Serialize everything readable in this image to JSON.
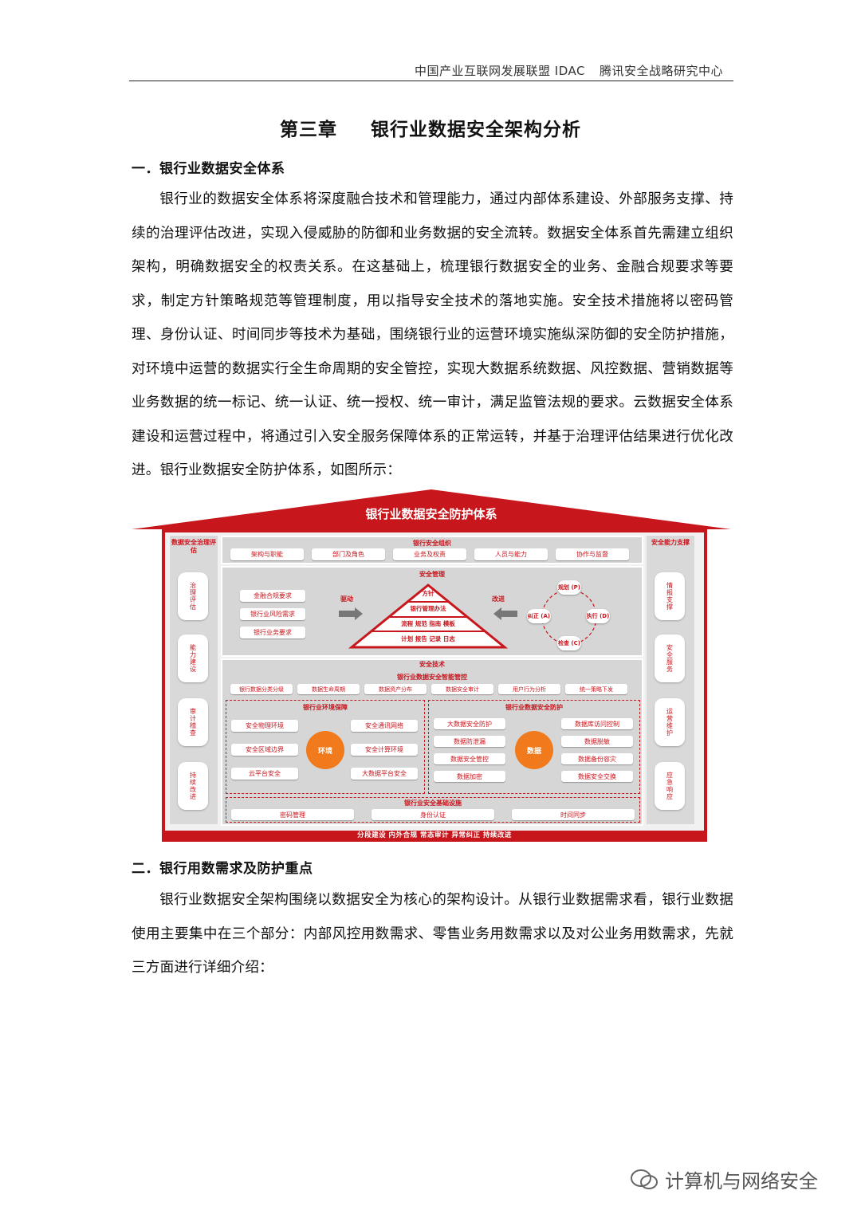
{
  "header": {
    "org1": "中国产业互联网发展联盟 IDAC",
    "org2": "腾讯安全战略研究中心"
  },
  "chapter": {
    "number": "第三章",
    "title": "银行业数据安全架构分析"
  },
  "section1": {
    "heading": "一．银行业数据安全体系",
    "paragraph": "银行业的数据安全体系将深度融合技术和管理能力，通过内部体系建设、外部服务支撑、持续的治理评估改进，实现入侵威胁的防御和业务数据的安全流转。数据安全体系首先需建立组织架构，明确数据安全的权责关系。在这基础上，梳理银行数据安全的业务、金融合规要求等要求，制定方针策略规范等管理制度，用以指导安全技术的落地实施。安全技术措施将以密码管理、身份认证、时间同步等技术为基础，围绕银行业的运营环境实施纵深防御的安全防护措施，对环境中运营的数据实行全生命周期的安全管控，实现大数据系统数据、风控数据、营销数据等业务数据的统一标记、统一认证、统一授权、统一审计，满足监管法规的要求。云数据安全体系建设和运营过程中，将通过引入安全服务保障体系的正常运转，并基于治理评估结果进行优化改进。银行业数据安全防护体系，如图所示："
  },
  "diagram": {
    "title": "银行业数据安全防护体系",
    "left_column": {
      "title": "数据安全治理评估",
      "items": [
        "治理评估",
        "能力建设",
        "审计稽查",
        "持续改进"
      ]
    },
    "right_column": {
      "title": "安全能力支撑",
      "items": [
        "情报支撑",
        "安全服务",
        "运营维护",
        "应急响应"
      ]
    },
    "org": {
      "title": "银行安全组织",
      "items": [
        "架构与职能",
        "部门及角色",
        "业务及权责",
        "人员与能力",
        "协作与监督"
      ]
    },
    "mgmt": {
      "title": "安全管理",
      "requirements": [
        "金融合规要求",
        "银行业风险需求",
        "银行业务要求"
      ],
      "drive": "驱动",
      "improve": "改进",
      "pyramid": [
        "方针",
        "银行管理办法",
        "流程 规范 指南 模板",
        "计划 报告 记录 日志"
      ],
      "pdca": {
        "plan": "规划 (P)",
        "do": "执行 (D)",
        "check": "检查 (C)",
        "act": "纠正 (A)"
      }
    },
    "tech": {
      "title": "安全技术",
      "smart_title": "银行业数据安全智能管控",
      "smart_items": [
        "银行数据分类分级",
        "数据生命周期",
        "数据资产分布",
        "数据安全审计",
        "用户行为分析",
        "统一策略下发"
      ],
      "env": {
        "title": "银行业环境保障",
        "center": "环境",
        "left": [
          "安全物理环境",
          "安全区域边界",
          "云平台安全"
        ],
        "right": [
          "安全通讯网络",
          "安全计算环境",
          "大数据平台安全"
        ]
      },
      "data": {
        "title": "银行业数据安全防护",
        "center": "数据",
        "left": [
          "大数据安全防护",
          "数据防泄漏",
          "数据安全管控",
          "数据加密"
        ],
        "right": [
          "数据库访问控制",
          "数据脱敏",
          "数据备份容灾",
          "数据安全交换"
        ]
      },
      "infra": {
        "title": "银行业安全基础设施",
        "items": [
          "密码管理",
          "身份认证",
          "时间同步"
        ]
      }
    },
    "footer": "分段建设  内外合规  常态审计  异常纠正  持续改进"
  },
  "section2": {
    "heading": "二．银行用数需求及防护重点",
    "paragraph": "银行业数据安全架构围绕以数据安全为核心的架构设计。从银行业数据需求看，银行业数据使用主要集中在三个部分：内部风控用数需求、零售业务用数需求以及对公业务用数需求，先就三方面进行详细介绍："
  },
  "watermark": "计算机与网络安全",
  "colors": {
    "accent": "#c8161d",
    "orange": "#f07a1c",
    "panel": "#d6d6d6"
  }
}
